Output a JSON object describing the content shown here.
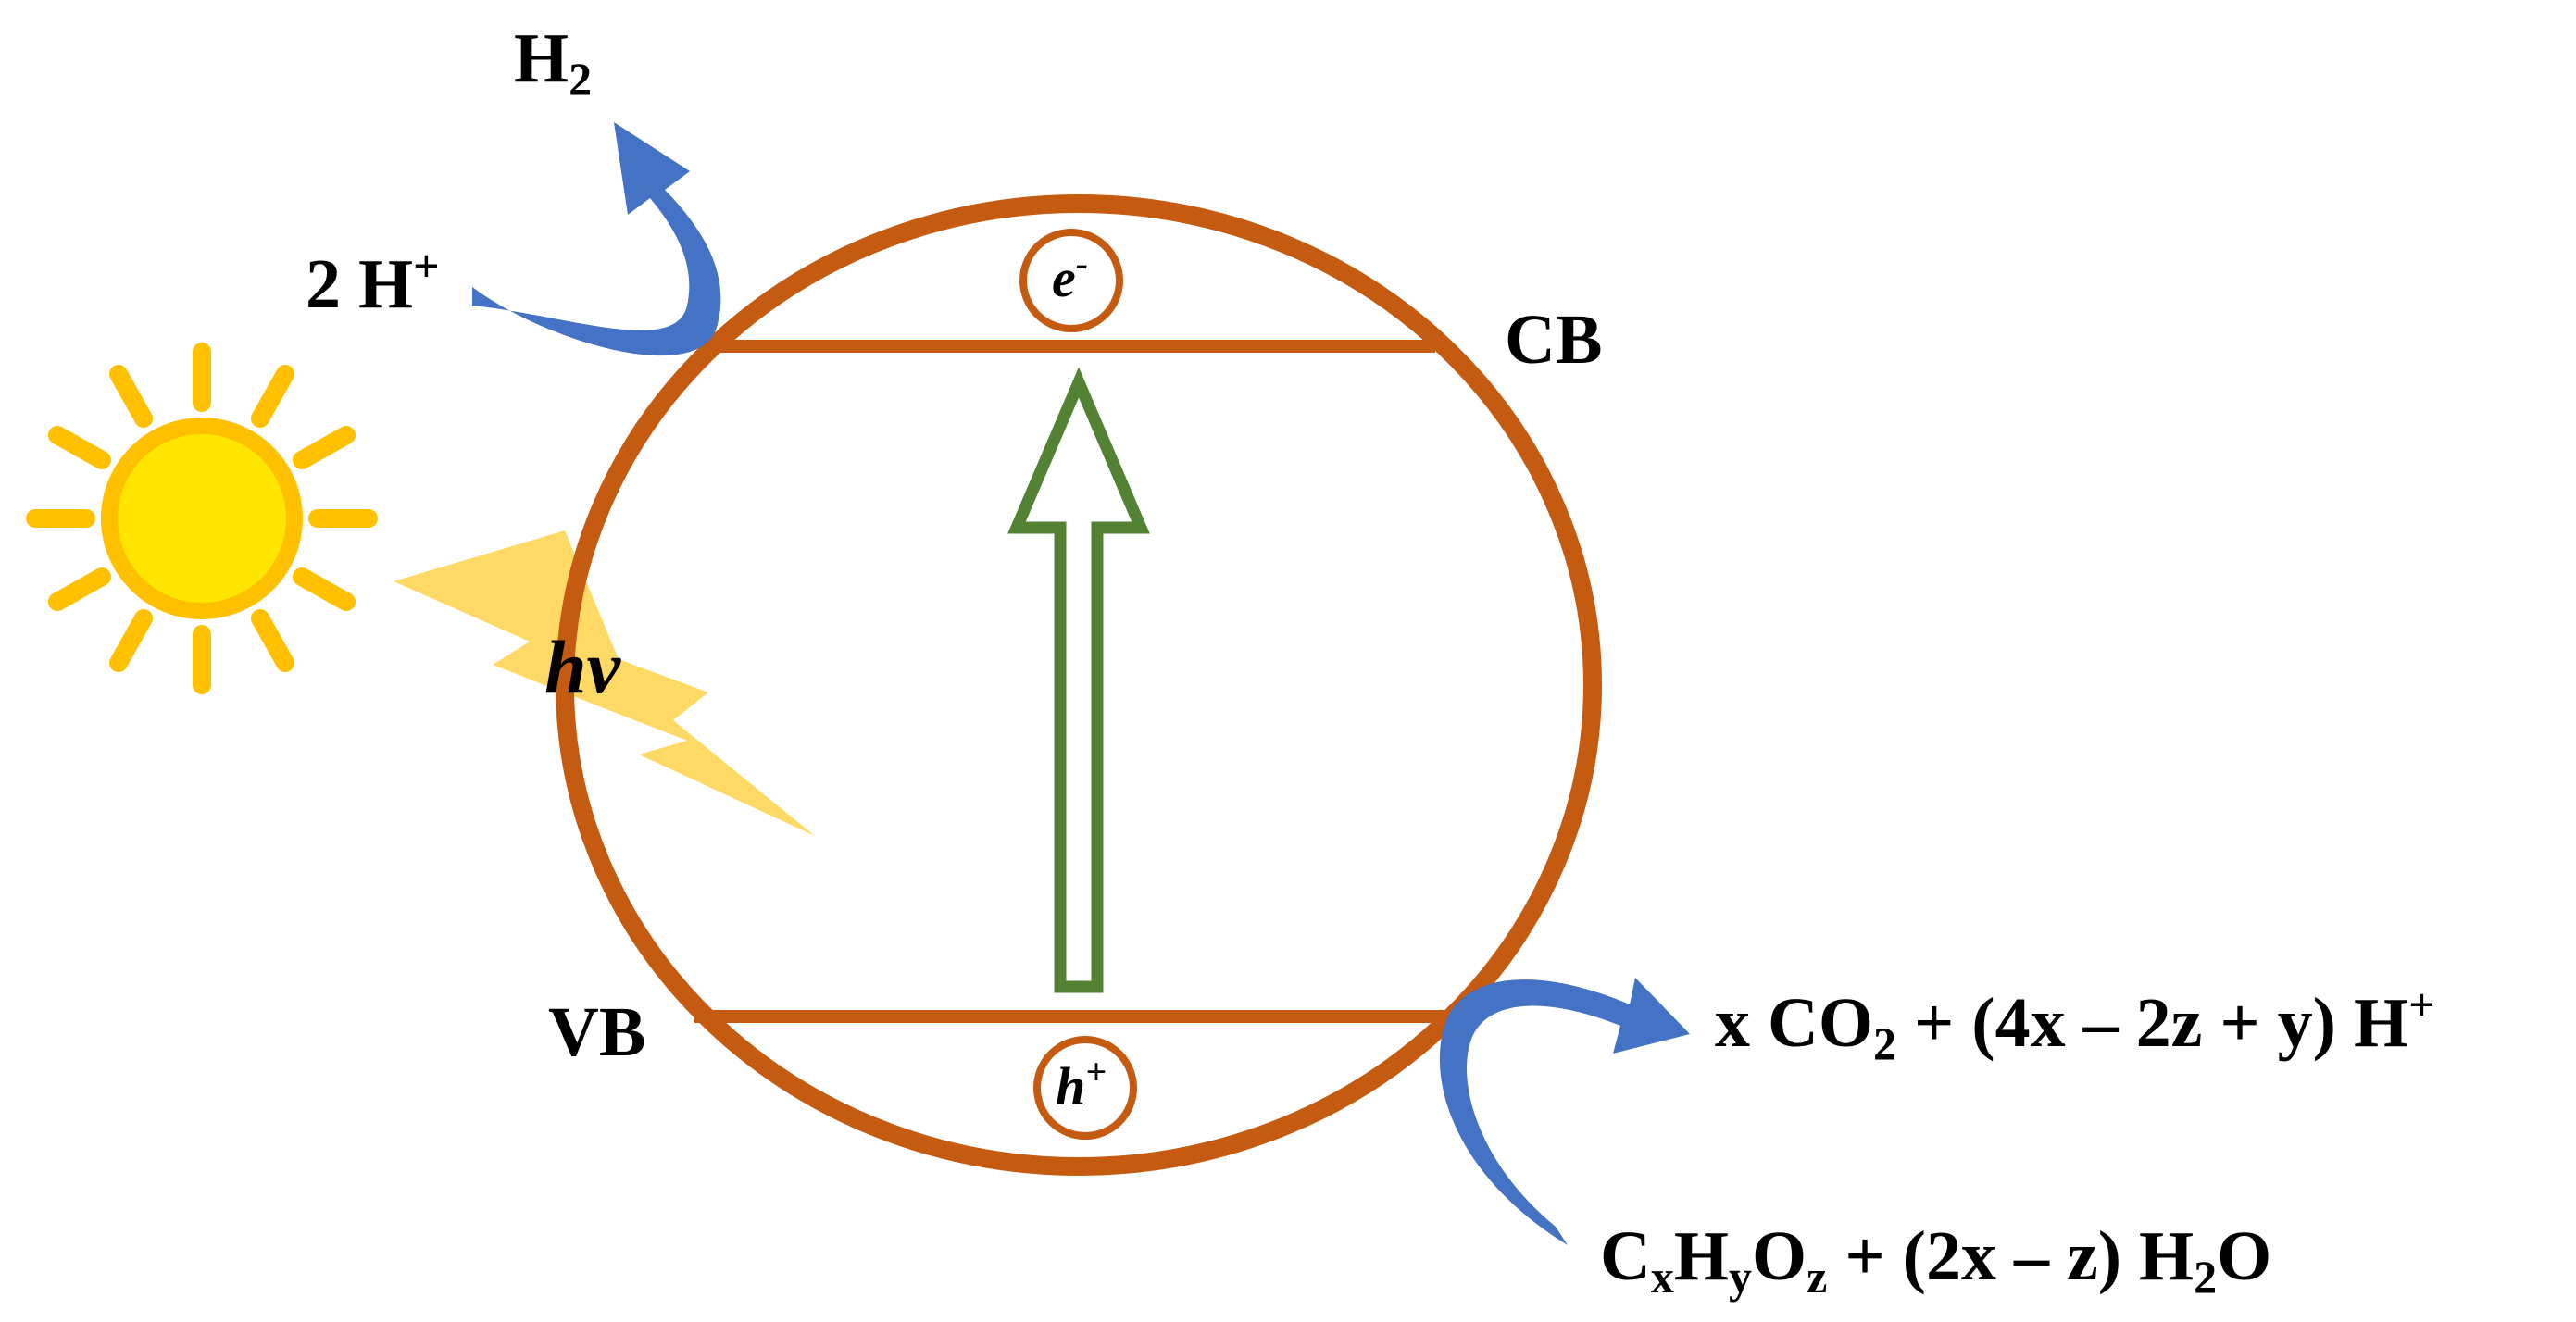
{
  "labels": {
    "h2_main": "H",
    "h2_sub": "2",
    "two_h_plus_main": "2 H",
    "two_h_plus_sup": "+",
    "cb": "CB",
    "vb": "VB",
    "electron_main": "e",
    "electron_sup": "-",
    "hole_main": "h",
    "hole_sup": "+",
    "hv": "hv"
  },
  "products": {
    "p1": "x CO",
    "p2": "2",
    "p3": " + (4x – 2z + y) H",
    "p4": "+"
  },
  "reactants": {
    "r1": "C",
    "r2": "x",
    "r3": "H",
    "r4": "y",
    "r5": "O",
    "r6": "z",
    "r7": " + (2x – z) H",
    "r8": "2",
    "r9": "O"
  },
  "colors": {
    "ring": "#C55A11",
    "arrow_outline": "#548235",
    "curved_arrow": "#4472C4",
    "sun": "#FFC000",
    "sun_core": "#FFE600",
    "lightning": "#FFD966"
  }
}
